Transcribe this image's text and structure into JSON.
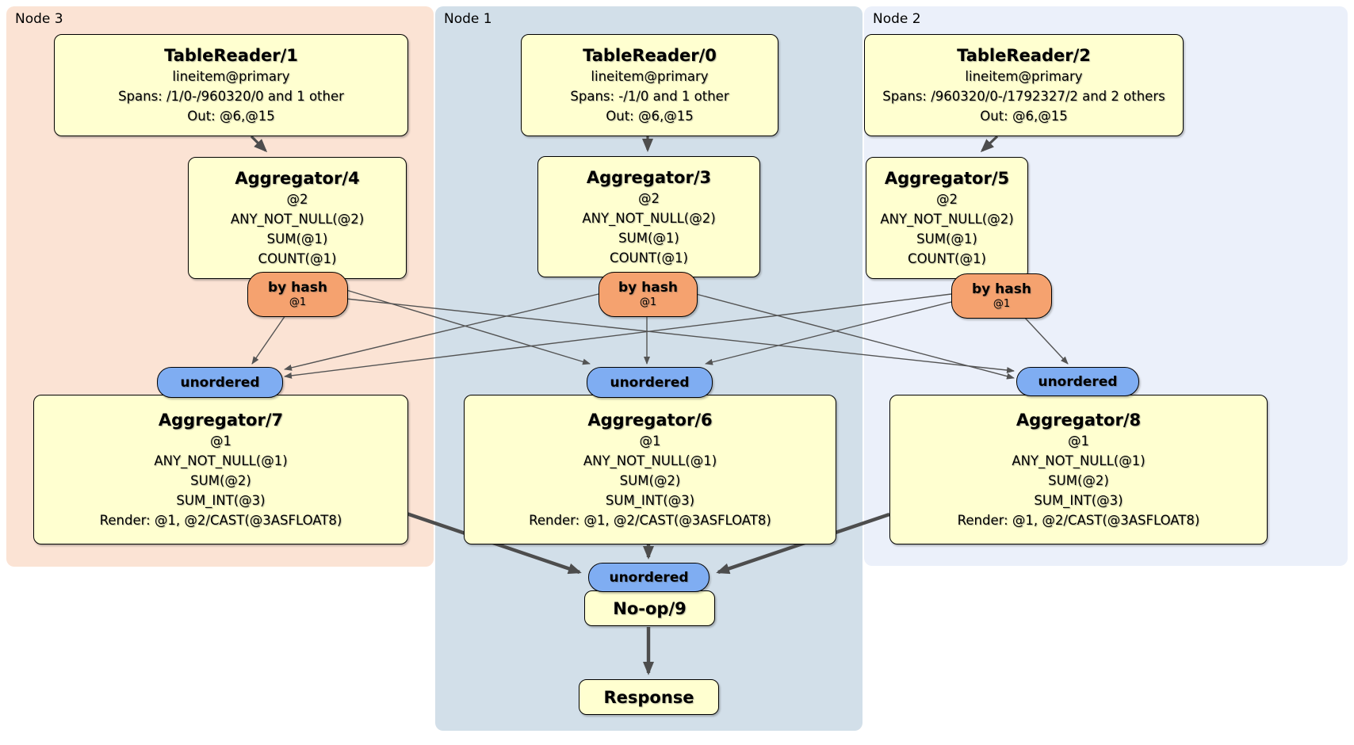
{
  "diagram": {
    "regions": [
      {
        "id": "node3",
        "label": "Node 3"
      },
      {
        "id": "node1",
        "label": "Node 1"
      },
      {
        "id": "node2",
        "label": "Node 2"
      }
    ],
    "processors": [
      {
        "id": "tablereader1",
        "title": "TableReader/1",
        "lines": [
          "lineitem@primary",
          "Spans: /1/0-/960320/0 and 1 other",
          "Out: @6,@15"
        ]
      },
      {
        "id": "aggregator4",
        "title": "Aggregator/4",
        "lines": [
          "@2",
          "ANY_NOT_NULL(@2)",
          "SUM(@1)",
          "COUNT(@1)"
        ]
      },
      {
        "id": "aggregator7",
        "title": "Aggregator/7",
        "lines": [
          "@1",
          "ANY_NOT_NULL(@1)",
          "SUM(@2)",
          "SUM_INT(@3)",
          "Render: @1, @2/CAST(@3ASFLOAT8)"
        ]
      },
      {
        "id": "tablereader0",
        "title": "TableReader/0",
        "lines": [
          "lineitem@primary",
          "Spans: -/1/0 and 1 other",
          "Out: @6,@15"
        ]
      },
      {
        "id": "aggregator3",
        "title": "Aggregator/3",
        "lines": [
          "@2",
          "ANY_NOT_NULL(@2)",
          "SUM(@1)",
          "COUNT(@1)"
        ]
      },
      {
        "id": "aggregator6",
        "title": "Aggregator/6",
        "lines": [
          "@1",
          "ANY_NOT_NULL(@1)",
          "SUM(@2)",
          "SUM_INT(@3)",
          "Render: @1, @2/CAST(@3ASFLOAT8)"
        ]
      },
      {
        "id": "noop9",
        "title": "No-op/9",
        "lines": []
      },
      {
        "id": "response",
        "title": "Response",
        "lines": []
      },
      {
        "id": "tablereader2",
        "title": "TableReader/2",
        "lines": [
          "lineitem@primary",
          "Spans: /960320/0-/1792327/2 and 2 others",
          "Out: @6,@15"
        ]
      },
      {
        "id": "aggregator5",
        "title": "Aggregator/5",
        "lines": [
          "@2",
          "ANY_NOT_NULL(@2)",
          "SUM(@1)",
          "COUNT(@1)"
        ]
      },
      {
        "id": "aggregator8",
        "title": "Aggregator/8",
        "lines": [
          "@1",
          "ANY_NOT_NULL(@1)",
          "SUM(@2)",
          "SUM_INT(@3)",
          "Render: @1, @2/CAST(@3ASFLOAT8)"
        ]
      }
    ],
    "routers": [
      {
        "id": "byhash-node3",
        "label": "by hash",
        "detail": "@1"
      },
      {
        "id": "byhash-node1",
        "label": "by hash",
        "detail": "@1"
      },
      {
        "id": "byhash-node2",
        "label": "by hash",
        "detail": "@1"
      }
    ],
    "synchronizers": [
      {
        "id": "unordered-node3",
        "label": "unordered"
      },
      {
        "id": "unordered-node1",
        "label": "unordered"
      },
      {
        "id": "unordered-node2",
        "label": "unordered"
      },
      {
        "id": "unordered-final",
        "label": "unordered"
      }
    ],
    "edges": [
      {
        "from": "tablereader1",
        "to": "aggregator4"
      },
      {
        "from": "tablereader0",
        "to": "aggregator3"
      },
      {
        "from": "tablereader2",
        "to": "aggregator5"
      },
      {
        "from": "byhash-node3",
        "to": "unordered-node3"
      },
      {
        "from": "byhash-node3",
        "to": "unordered-node1"
      },
      {
        "from": "byhash-node3",
        "to": "unordered-node2"
      },
      {
        "from": "byhash-node1",
        "to": "unordered-node3"
      },
      {
        "from": "byhash-node1",
        "to": "unordered-node1"
      },
      {
        "from": "byhash-node1",
        "to": "unordered-node2"
      },
      {
        "from": "byhash-node2",
        "to": "unordered-node3"
      },
      {
        "from": "byhash-node2",
        "to": "unordered-node1"
      },
      {
        "from": "byhash-node2",
        "to": "unordered-node2"
      },
      {
        "from": "aggregator7",
        "to": "unordered-final"
      },
      {
        "from": "aggregator6",
        "to": "unordered-final"
      },
      {
        "from": "aggregator8",
        "to": "unordered-final"
      },
      {
        "from": "noop9",
        "to": "response"
      }
    ],
    "colors": {
      "node3_bg": "#fbe3d4",
      "node1_bg": "#d2dfe9",
      "node2_bg": "#ebf0fa",
      "processor_fill": "#ffffd0",
      "router_fill": "#f5a26f",
      "synchronizer_fill": "#7fadf2",
      "edge": "#545454"
    }
  }
}
